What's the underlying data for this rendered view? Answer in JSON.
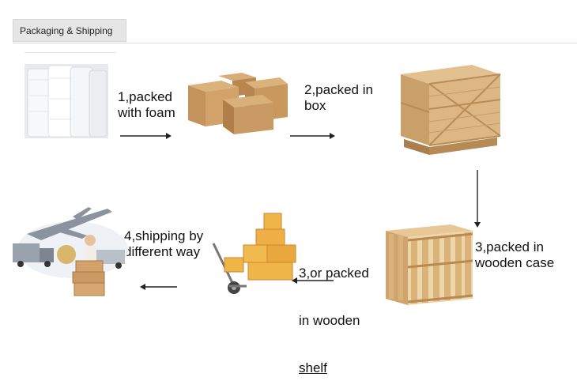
{
  "tab": {
    "label": "Packaging & Shipping"
  },
  "steps": {
    "step1": "1,packed\nwith foam",
    "step2": "2,packed in\nbox",
    "step3a": "3,packed in\nwooden case",
    "step3b_line1": "3,or packed",
    "step3b_line2": "in wooden",
    "step3b_line3": "shelf",
    "step4": "4,shipping by\ndifferent way"
  },
  "icons": [
    "foam-rolls-image",
    "cardboard-boxes-image",
    "wooden-crate-image",
    "wooden-case-image",
    "hand-truck-boxes-image",
    "shipping-collage-image"
  ],
  "colors": {
    "wood": "#d8b07a",
    "cardboard": "#c99a63",
    "foam": "#f3f4f6"
  }
}
